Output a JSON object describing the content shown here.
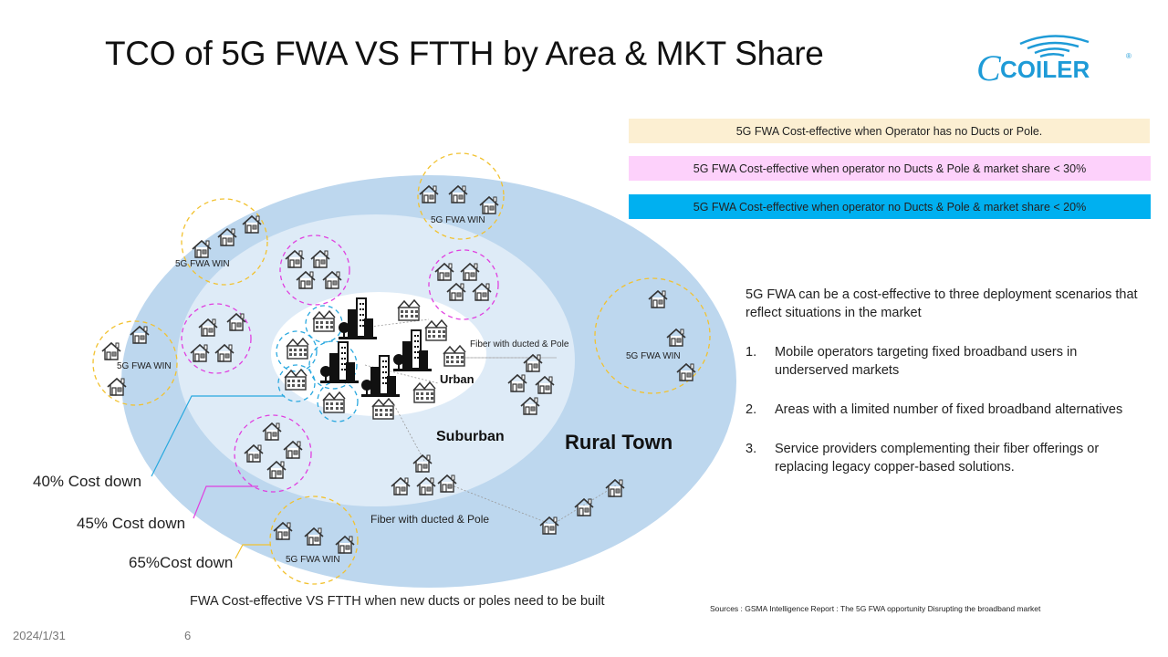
{
  "slide": {
    "title": "TCO of 5G FWA VS FTTH by Area & MKT Share",
    "logo_text": "COILER",
    "logo_color": "#1E9BD7",
    "date": "2024/1/31",
    "page_number": "6"
  },
  "legend": [
    {
      "label": "5G FWA Cost-effective when Operator has no Ducts or Pole.",
      "color": "#FCEFD2",
      "circle_color": "#F2C230"
    },
    {
      "label": "5G FWA Cost-effective when operator no Ducts & Pole & market share < 30%",
      "color": "#FDD1FB",
      "circle_color": "#E040E0"
    },
    {
      "label": "5G FWA Cost-effective when operator no Ducts & Pole & market share < 20%",
      "color": "#00B0F0",
      "circle_color": "#29A8DF"
    }
  ],
  "info": {
    "intro": "5G FWA can be a cost-effective to three deployment scenarios that reflect situations in the market",
    "items": [
      {
        "num": "1.",
        "text": "Mobile operators targeting fixed broadband users in underserved markets"
      },
      {
        "num": "2.",
        "text": "Areas with a limited number of fixed broadband alternatives"
      },
      {
        "num": "3.",
        "text": "Service providers complementing their fiber offerings or replacing legacy copper-based solutions."
      }
    ]
  },
  "diagram": {
    "zones": {
      "rural": {
        "label": "Rural Town",
        "color": "#BDD7EE"
      },
      "suburban": {
        "label": "Suburban",
        "color": "#DEEBF7"
      },
      "urban": {
        "label": "Urban",
        "color": "#FFFFFF"
      }
    },
    "fwa_win_label": "5G FWA WIN",
    "fiber_urban_label": "Fiber with ducted & Pole",
    "fiber_suburban_label": "Fiber with ducted & Pole",
    "cost_labels": [
      {
        "label": "40% Cost down",
        "color": "#29A8DF"
      },
      {
        "label": "45% Cost down",
        "color": "#E040E0"
      },
      {
        "label": "65%Cost down",
        "color": "#F2C230"
      }
    ]
  },
  "caption": "FWA Cost-effective VS FTTH  when new ducts or poles need to be built",
  "source": "Sources : GSMA Intelligence Report : The 5G FWA opportunity Disrupting the broadband market"
}
